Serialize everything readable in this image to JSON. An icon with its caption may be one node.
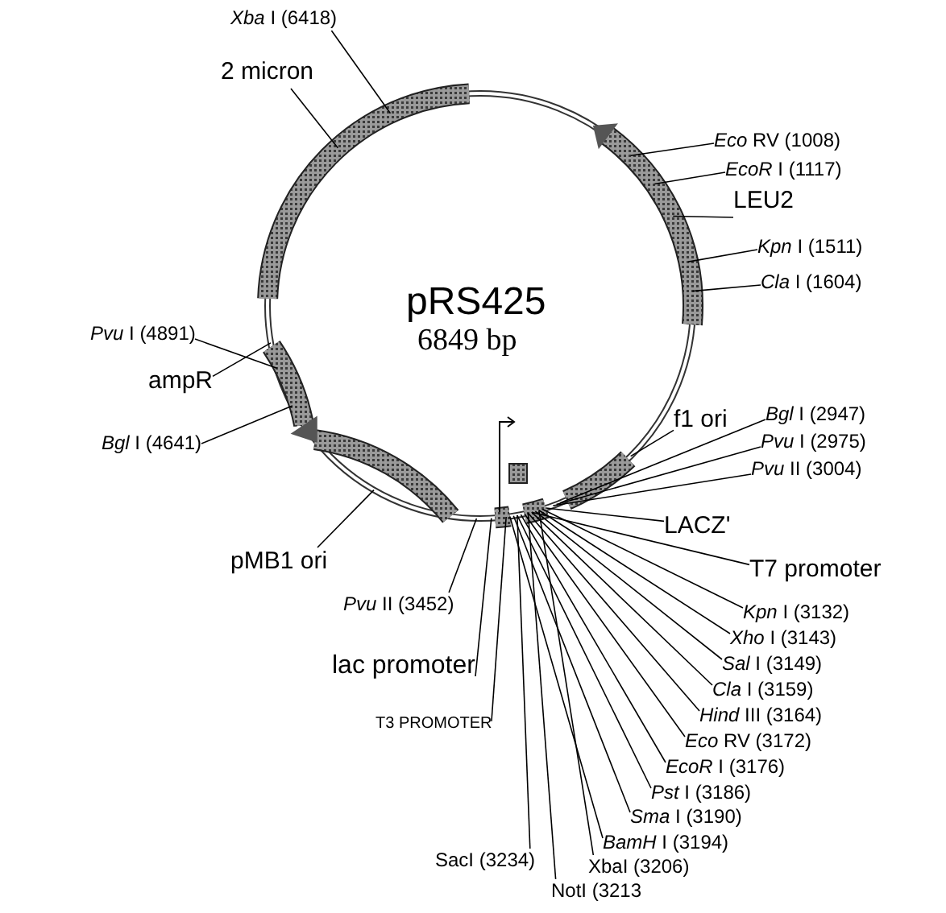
{
  "diagram": {
    "title": "pRS425",
    "nodes": [
      {
        "text": [
          "*Xba* I (6418)"
        ]
      },
      {
        "text": [
          "2 micron"
        ]
      },
      {
        "text": [
          "*Eco* RV (1008)"
        ]
      },
      {
        "text": [
          "*EcoR* I (1117)"
        ]
      },
      {
        "text": [
          "LEU2"
        ]
      },
      {
        "text": [
          "*Kpn* I (1511)"
        ]
      },
      {
        "text": [
          "*Cla* I (1604)"
        ]
      },
      {
        "text": [
          "*Pvu* I (4891)"
        ]
      },
      {
        "text": [
          "ampR"
        ]
      },
      {
        "text": [
          "*Bgl* I (4641)"
        ]
      },
      {
        "text": [
          "f1 ori"
        ]
      },
      {
        "text": [
          "*Bgl* I (2947)"
        ]
      },
      {
        "text": [
          "*Pvu* I (2975)"
        ]
      },
      {
        "text": [
          "*Pvu* II (3004)"
        ]
      },
      {
        "text": [
          "LACZ'"
        ]
      },
      {
        "text": [
          "pMB1 ori"
        ]
      },
      {
        "text": [
          "*Pvu* II (3452)"
        ]
      },
      {
        "text": [
          "T7 promoter"
        ]
      },
      {
        "text": [
          "*Kpn* I (3132)"
        ]
      },
      {
        "text": [
          "*Xho* I (3143)"
        ]
      },
      {
        "text": [
          "*Sal* I (3149)"
        ]
      },
      {
        "text": [
          "*Cla* I (3159)"
        ]
      },
      {
        "text": [
          "*Hind* III (3164)"
        ]
      },
      {
        "text": [
          "*Eco* RV (3172)"
        ]
      },
      {
        "text": [
          "*EcoR* I (3176)"
        ]
      },
      {
        "text": [
          "*Pst* I (3186)"
        ]
      },
      {
        "text": [
          "*Sma* I (3190)"
        ]
      },
      {
        "text": [
          "*BamH* I (3194)"
        ]
      },
      {
        "text": [
          "lac promoter"
        ]
      },
      {
        "text": [
          "T3 PROMOTER"
        ]
      },
      {
        "text": [
          "SacI (3234)"
        ]
      },
      {
        "text": [
          "XbaI (3206)"
        ]
      },
      {
        "text": [
          "NotI (3213"
        ]
      }
    ],
    "edges": [
      {
        "from": 0,
        "to": null,
        "arrow": "none"
      },
      {
        "from": 1,
        "to": null,
        "arrow": "none"
      },
      {
        "from": 2,
        "to": null,
        "arrow": "none"
      },
      {
        "from": 3,
        "to": null,
        "arrow": "none"
      },
      {
        "from": 4,
        "to": null,
        "arrow": "none"
      },
      {
        "from": 5,
        "to": null,
        "arrow": "none"
      },
      {
        "from": 6,
        "to": null,
        "arrow": "none"
      },
      {
        "from": 7,
        "to": null,
        "arrow": "none"
      },
      {
        "from": 8,
        "to": null,
        "arrow": "none"
      },
      {
        "from": 9,
        "to": null,
        "arrow": "none"
      },
      {
        "from": 10,
        "to": null,
        "arrow": "none"
      },
      {
        "from": 11,
        "to": null,
        "arrow": "none"
      },
      {
        "from": 12,
        "to": null,
        "arrow": "none"
      },
      {
        "from": 13,
        "to": null,
        "arrow": "none"
      },
      {
        "from": 14,
        "to": null,
        "arrow": "none"
      },
      {
        "from": 15,
        "to": null,
        "arrow": "none"
      },
      {
        "from": 16,
        "to": null,
        "arrow": "none"
      },
      {
        "from": 17,
        "to": null,
        "arrow": "none"
      },
      {
        "from": 18,
        "to": null,
        "arrow": "none"
      },
      {
        "from": 19,
        "to": null,
        "arrow": "none"
      },
      {
        "from": 20,
        "to": null,
        "arrow": "none"
      },
      {
        "from": 21,
        "to": null,
        "arrow": "none"
      },
      {
        "from": 22,
        "to": null,
        "arrow": "none"
      },
      {
        "from": 23,
        "to": null,
        "arrow": "none"
      },
      {
        "from": 24,
        "to": null,
        "arrow": "none"
      },
      {
        "from": 25,
        "to": null,
        "arrow": "none"
      },
      {
        "from": 26,
        "to": null,
        "arrow": "none"
      },
      {
        "from": 27,
        "to": null,
        "arrow": "none"
      },
      {
        "from": 28,
        "to": null,
        "arrow": "none"
      },
      {
        "from": 29,
        "to": null,
        "arrow": "none"
      },
      {
        "from": 30,
        "to": null,
        "arrow": "none"
      },
      {
        "from": 31,
        "to": null,
        "arrow": "none"
      },
      {
        "from": 32,
        "to": null,
        "arrow": "none"
      }
    ],
    "labels": [
      "6849 bp"
    ]
  }
}
